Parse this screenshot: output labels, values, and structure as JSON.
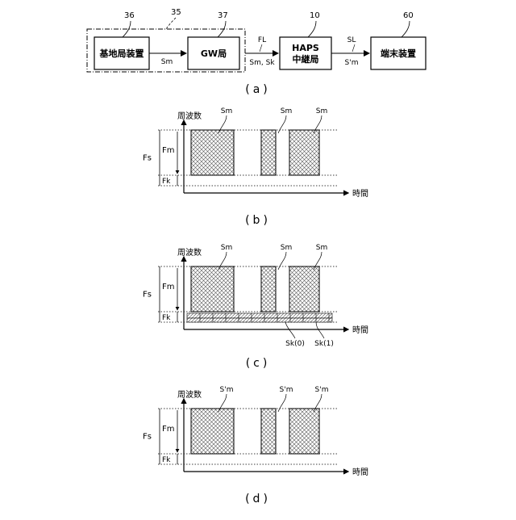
{
  "block_diagram": {
    "group_ref": "35",
    "blocks": [
      {
        "id": "base",
        "label": "基地局装置",
        "ref": "36"
      },
      {
        "id": "gw",
        "label": "GW局",
        "ref": "37"
      },
      {
        "id": "haps",
        "label_line1": "HAPS",
        "label_line2": "中継局",
        "ref": "10"
      },
      {
        "id": "term",
        "label": "端末装置",
        "ref": "60"
      }
    ],
    "links": [
      {
        "label": "Sm"
      },
      {
        "label_top": "FL",
        "label_bottom": "Sm, Sk"
      },
      {
        "label_top": "SL",
        "label_bottom": "S'm"
      }
    ],
    "caption": "(a)"
  },
  "spectrum_plots": [
    {
      "caption": "(b)",
      "y_axis": "周波数",
      "x_axis": "時間",
      "fs": "Fs",
      "fm": "Fm",
      "fk": "Fk",
      "signal_labels": [
        "Sm",
        "Sm",
        "Sm"
      ],
      "show_sk": false
    },
    {
      "caption": "(c)",
      "y_axis": "周波数",
      "x_axis": "時間",
      "fs": "Fs",
      "fm": "Fm",
      "fk": "Fk",
      "signal_labels": [
        "Sm",
        "Sm",
        "Sm"
      ],
      "show_sk": true,
      "sk_labels": [
        "Sk(0)",
        "Sk(1)"
      ]
    },
    {
      "caption": "(d)",
      "y_axis": "周波数",
      "x_axis": "時間",
      "fs": "Fs",
      "fm": "Fm",
      "fk": "Fk",
      "signal_labels": [
        "S'm",
        "S'm",
        "S'm"
      ],
      "show_sk": false
    }
  ]
}
